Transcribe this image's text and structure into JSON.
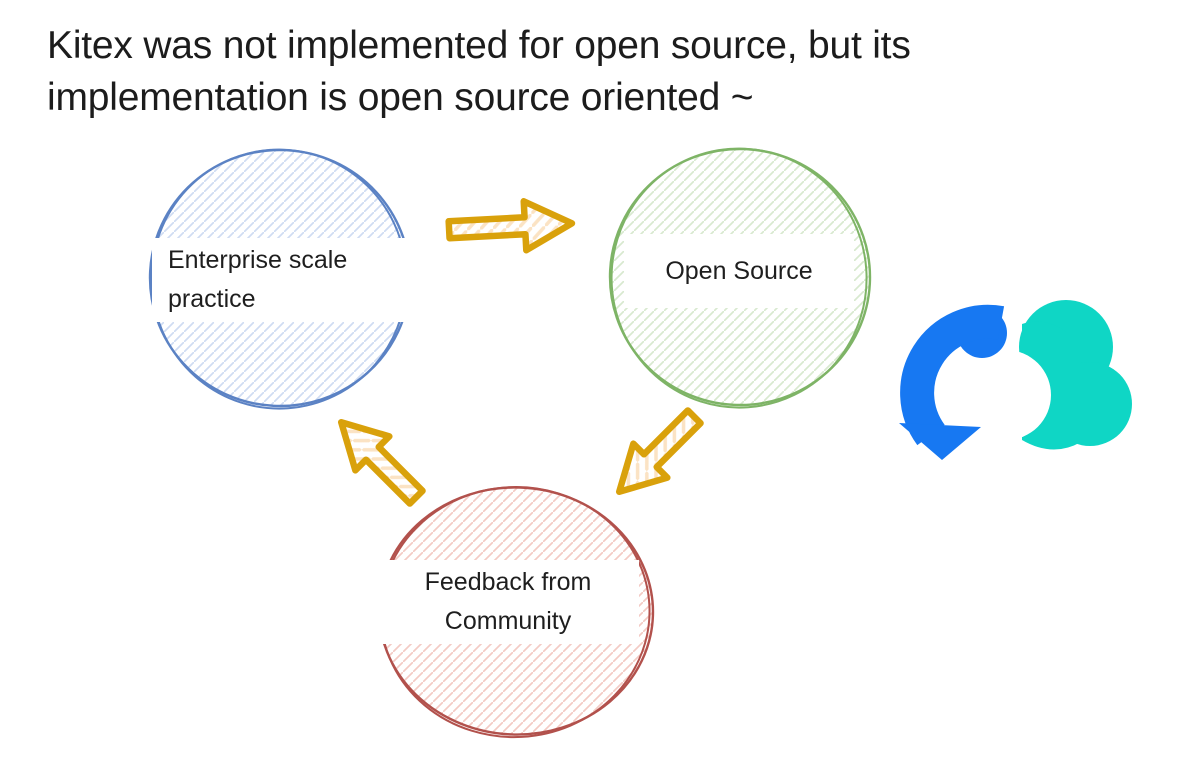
{
  "slide": {
    "title_line1": "Kitex was not implemented for open source, but its",
    "title_line2": "implementation is open source oriented ~"
  },
  "diagram": {
    "nodes": [
      {
        "id": "enterprise-practice",
        "label": "Enterprise scale practice",
        "stroke": "#5b82c4",
        "hatch": "#cfdcf2"
      },
      {
        "id": "open-source",
        "label": "Open Source",
        "stroke": "#7eb466",
        "hatch": "#d8e9cf"
      },
      {
        "id": "community-feedback",
        "label": "Feedback from Community",
        "stroke": "#b2514c",
        "hatch": "#f3cbc5"
      }
    ],
    "arrows": [
      {
        "name": "enterprise-to-opensource",
        "direction": "right"
      },
      {
        "name": "opensource-to-feedback",
        "direction": "down-left"
      },
      {
        "name": "feedback-to-enterprise",
        "direction": "up-left"
      }
    ],
    "arrow_stroke": "#d9a10b",
    "arrow_hatch": "#fbe3c4"
  },
  "logo": {
    "name": "cloudwego-cloud-logo",
    "blue": "#1778f2",
    "teal": "#0fd6c5"
  }
}
